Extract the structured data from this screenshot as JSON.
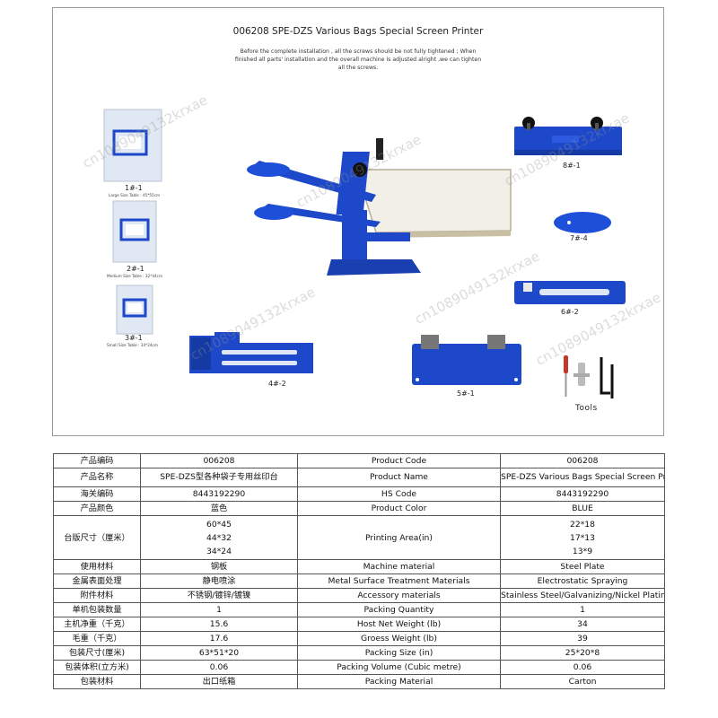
{
  "figure": {
    "title": "006208    SPE-DZS Various Bags Special Screen Printer",
    "note": "Before the complete installation , all the screws should be not fully tightened ; When finished all parts' installation and the overall machine is adjusted alright ,we can tighten all the screws.",
    "parts": {
      "p1_1": "1#-1",
      "p1_1_size": "Large Size Table : 45*55cm",
      "p2_1": "2#-1",
      "p2_1_size": "Medium Size Table : 32*44cm",
      "p3_1": "3#-1",
      "p3_1_size": "Small Size Table : 34*24cm",
      "p4_2": "4#-2",
      "p5_1": "5#-1",
      "p6_2": "6#-2",
      "p7_4": "7#-4",
      "p8_1": "8#-1",
      "tools": "Tools"
    },
    "watermark": "cn1089049132krxae"
  },
  "colors": {
    "machine_blue": "#1d48c9",
    "platen": "#f2efe6",
    "border": "#555555"
  },
  "table": {
    "rows": [
      {
        "cn_label": "产品编码",
        "cn_value": "006208",
        "en_label": "Product Code",
        "en_value": "006208"
      },
      {
        "cn_label": "产品名称",
        "cn_value": "SPE-DZS型各种袋子专用丝印台",
        "en_label": "Product Name",
        "en_value": "SPE-DZS Various Bags Special Screen Printer"
      },
      {
        "cn_label": "海关编码",
        "cn_value": "8443192290",
        "en_label": "HS Code",
        "en_value": "8443192290"
      },
      {
        "cn_label": "产品颜色",
        "cn_value": "蓝色",
        "en_label": "Product Color",
        "en_value": "BLUE"
      },
      {
        "cn_label": "台版尺寸（厘米）",
        "cn_value": [
          "60*45",
          "44*32",
          "34*24"
        ],
        "en_label": "Printing Area(in)",
        "en_value": [
          "22*18",
          "17*13",
          "13*9"
        ]
      },
      {
        "cn_label": "使用材料",
        "cn_value": "钢板",
        "en_label": "Machine material",
        "en_value": "Steel Plate"
      },
      {
        "cn_label": "金属表面处理",
        "cn_value": "静电喷涂",
        "en_label": "Metal Surface Treatment Materials",
        "en_value": "Electrostatic Spraying"
      },
      {
        "cn_label": "附件材料",
        "cn_value": "不锈钢/镀锌/镀镍",
        "en_label": "Accessory materials",
        "en_value": "Stainless Steel/Galvanizing/Nickel Plating"
      },
      {
        "cn_label": "单机包装数量",
        "cn_value": "1",
        "en_label": "Packing Quantity",
        "en_value": "1"
      },
      {
        "cn_label": "主机净重（千克）",
        "cn_value": "15.6",
        "en_label": "Host Net Weight (lb)",
        "en_value": "34"
      },
      {
        "cn_label": "毛重（千克）",
        "cn_value": "17.6",
        "en_label": "Groess Weight (lb)",
        "en_value": "39"
      },
      {
        "cn_label": "包装尺寸(厘米)",
        "cn_value": "63*51*20",
        "en_label": "Packing Size (in)",
        "en_value": "25*20*8"
      },
      {
        "cn_label": "包装体积(立方米)",
        "cn_value": "0.06",
        "en_label": "Packing Volume  (Cubic metre)",
        "en_value": "0.06"
      },
      {
        "cn_label": "包装材料",
        "cn_value": "出口纸箱",
        "en_label": "Packing Material",
        "en_value": "Carton"
      }
    ]
  }
}
